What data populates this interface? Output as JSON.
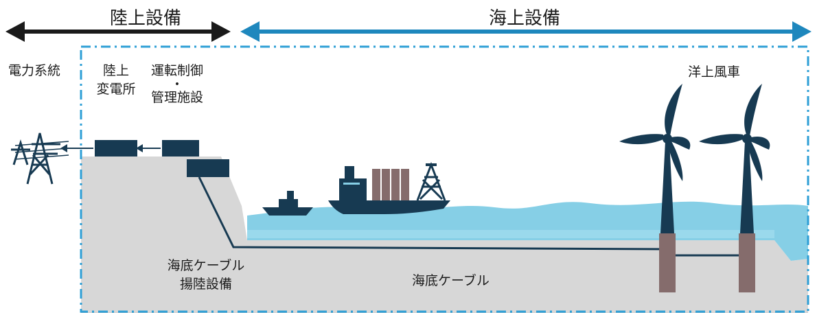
{
  "header": {
    "land_facilities": "陸上設備",
    "offshore_facilities": "海上設備"
  },
  "labels": {
    "power_grid": "電力系統",
    "onshore_substation_line1": "陸上",
    "onshore_substation_line2": "変電所",
    "operation_line1": "運転制御",
    "operation_dot": "・",
    "operation_line2": "管理施設",
    "offshore_wind": "洋上風車",
    "cable_landing_line1": "海底ケーブル",
    "cable_landing_line2": "揚陸設備",
    "submarine_cable": "海底ケーブル"
  },
  "colors": {
    "land_arrow": "#1a1a1a",
    "sea_arrow": "#1e87bd",
    "boundary_dash": "#2e9fd6",
    "seabed": "#d7d7d7",
    "water": "#86cfe6",
    "equipment": "#173a52",
    "foundation": "#856c6c"
  }
}
